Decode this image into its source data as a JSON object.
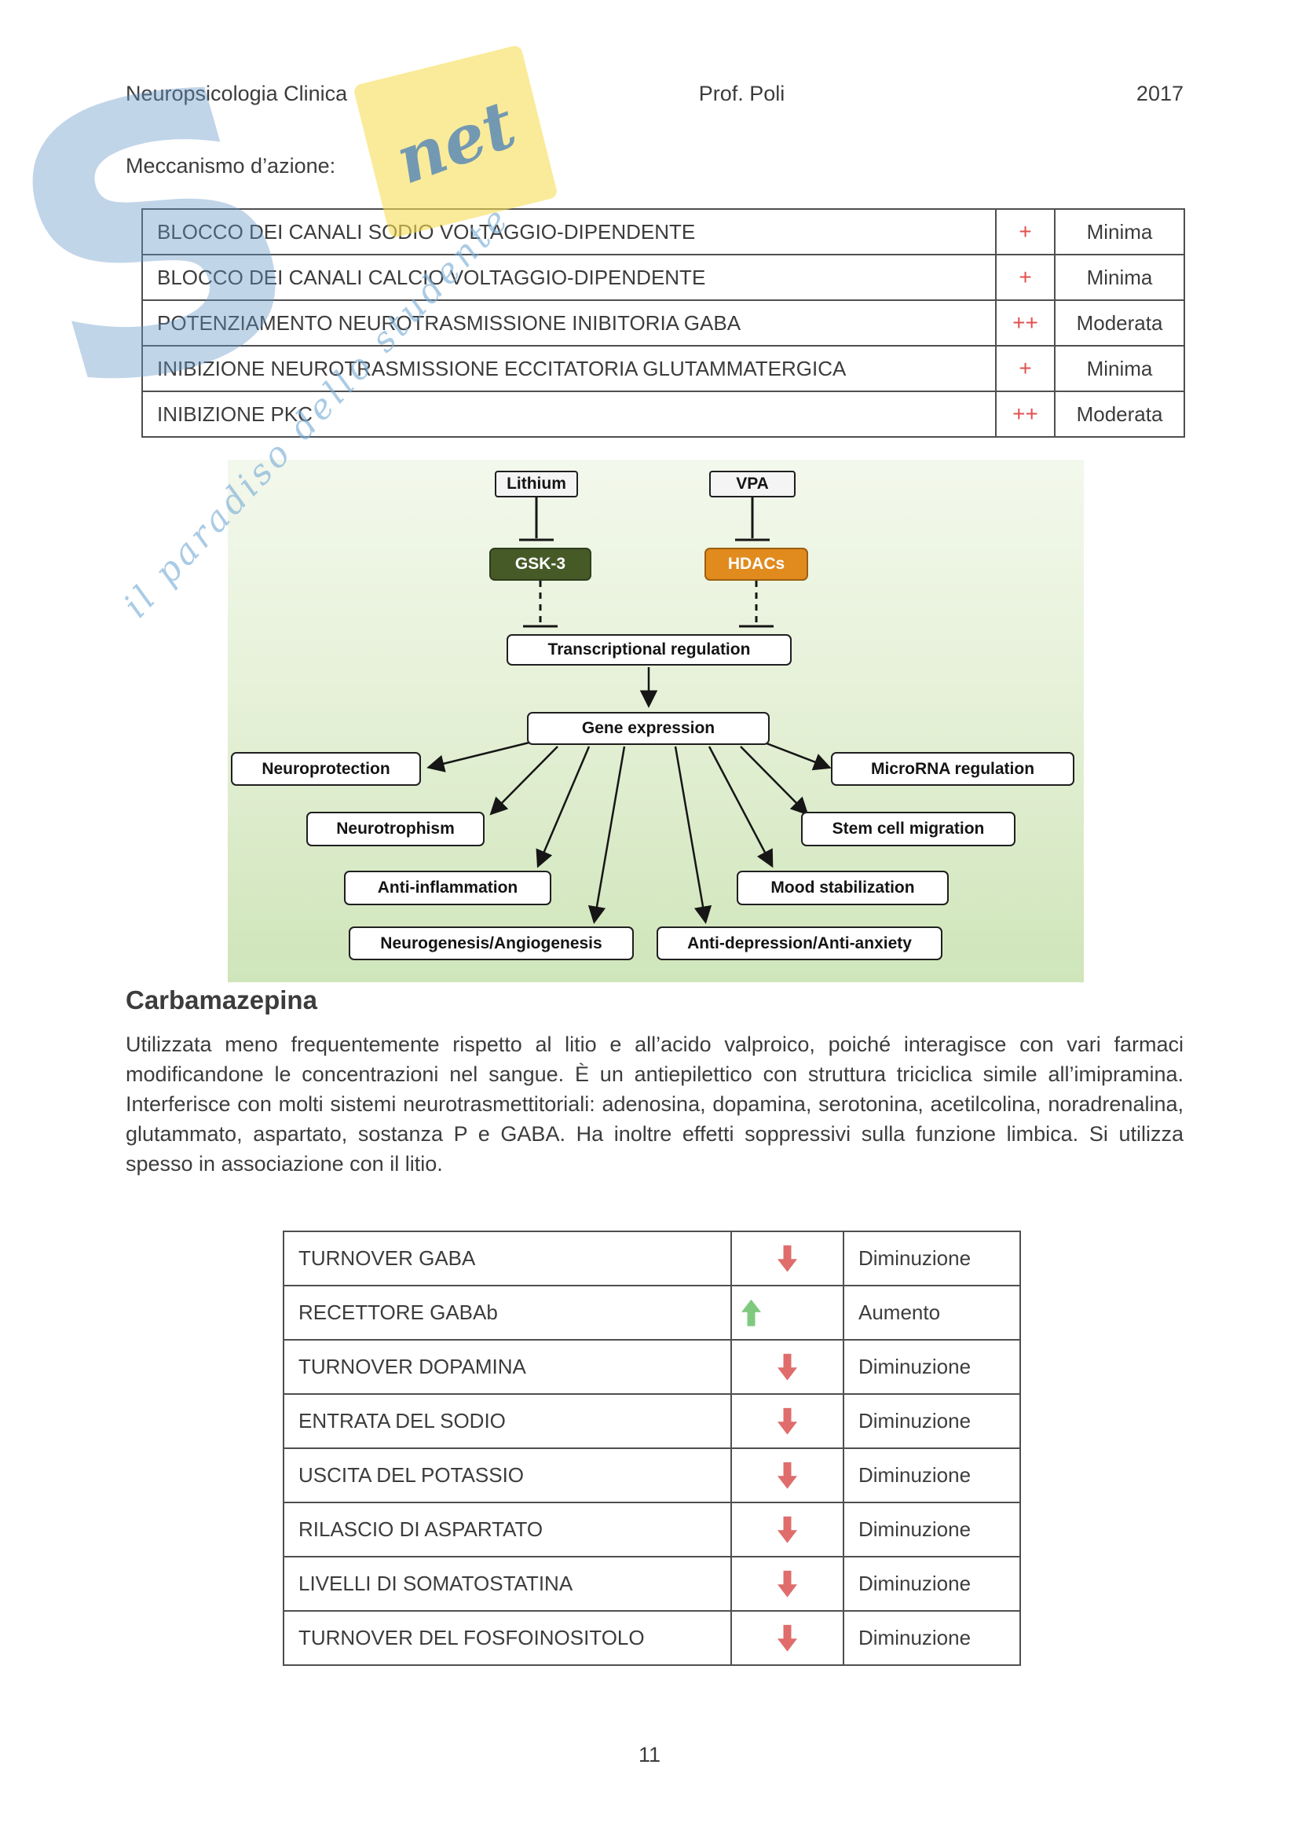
{
  "header": {
    "course": "Neuropsicologia Clinica",
    "professor": "Prof. Poli",
    "year": "2017"
  },
  "section_title": "Meccanismo d’azione:",
  "mechanism_table": {
    "symbol_color": "#e0514f",
    "rows": [
      {
        "label": "BLOCCO DEI CANALI SODIO VOLTAGGIO-DIPENDENTE",
        "symbol": "+",
        "value": "Minima"
      },
      {
        "label": "BLOCCO DEI CANALI CALCIO VOLTAGGIO-DIPENDENTE",
        "symbol": "+",
        "value": "Minima"
      },
      {
        "label": "POTENZIAMENTO NEUROTRASMISSIONE INIBITORIA GABA",
        "symbol": "++",
        "value": "Moderata"
      },
      {
        "label": "INIBIZIONE NEUROTRASMISSIONE ECCITATORIA GLUTAMMATERGICA",
        "symbol": "+",
        "value": "Minima"
      },
      {
        "label": "INIBIZIONE PKC",
        "symbol": "++",
        "value": "Moderata"
      }
    ]
  },
  "diagram": {
    "nodes": {
      "lithium": "Lithium",
      "vpa": "VPA",
      "gsk3": "GSK-3",
      "hdacs": "HDACs",
      "transcriptional": "Transcriptional regulation",
      "gene_expression": "Gene expression",
      "neuroprotection": "Neuroprotection",
      "microrna": "MicroRNA regulation",
      "neurotrophism": "Neurotrophism",
      "stem_cell": "Stem cell migration",
      "anti_inflammation": "Anti-inflammation",
      "mood_stabilization": "Mood stabilization",
      "neurogenesis": "Neurogenesis/Angiogenesis",
      "anti_depression": "Anti-depression/Anti-anxiety"
    },
    "colors": {
      "gsk3_bg": "#465a28",
      "hdacs_bg": "#e18b1e",
      "background": "#dff0cd"
    }
  },
  "carbamazepina": {
    "title": "Carbamazepina",
    "paragraph": "Utilizzata meno frequentemente rispetto al litio e all’acido valproico, poiché interagisce con vari farmaci modificandone le concentrazioni nel sangue. È un antiepilettico con struttura triciclica simile all’imipramina. Interferisce con molti sistemi neurotrasmettitoriali: adenosina, dopamina, serotonina, acetilcolina, noradrenalina, glutammato, aspartato, sostanza P e GABA. Ha inoltre effetti soppressivi sulla funzione limbica. Si utilizza spesso in associazione con il litio."
  },
  "effects_table": {
    "colors": {
      "increase_arrow": "#7fc97f",
      "decrease_arrow": "#e06c6c"
    },
    "rows": [
      {
        "label": "TURNOVER GABA",
        "direction": "down",
        "value": "Diminuzione"
      },
      {
        "label": "RECETTORE GABAb",
        "direction": "up",
        "value": "Aumento"
      },
      {
        "label": "TURNOVER DOPAMINA",
        "direction": "down",
        "value": "Diminuzione"
      },
      {
        "label": "ENTRATA DEL SODIO",
        "direction": "down",
        "value": "Diminuzione"
      },
      {
        "label": "USCITA DEL POTASSIO",
        "direction": "down",
        "value": "Diminuzione"
      },
      {
        "label": "RILASCIO DI ASPARTATO",
        "direction": "down",
        "value": "Diminuzione"
      },
      {
        "label": "LIVELLI DI SOMATOSTATINA",
        "direction": "down",
        "value": "Diminuzione"
      },
      {
        "label": "TURNOVER DEL FOSFOINOSITOLO",
        "direction": "down",
        "value": "Diminuzione"
      }
    ]
  },
  "footer": {
    "page_number": "11"
  },
  "watermark": {
    "brand": "S",
    "site": "net",
    "tagline": "il paradiso dello studente"
  }
}
